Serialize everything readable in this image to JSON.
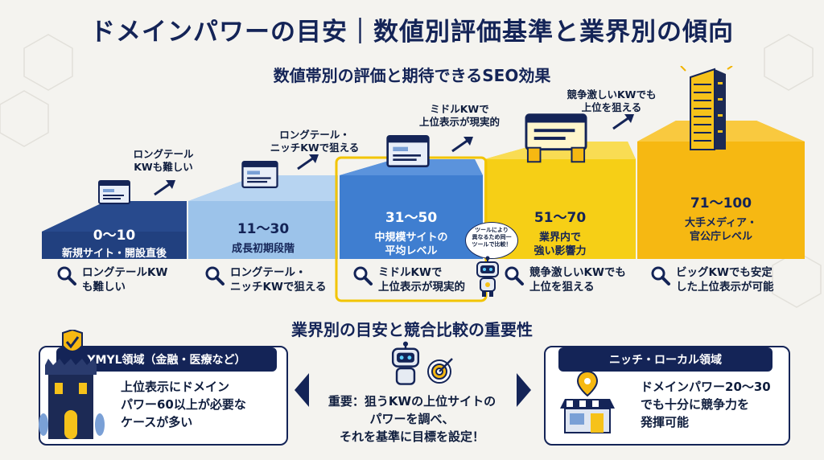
{
  "title": "ドメインパワーの目安｜数値別評価基準と業界別の傾向",
  "subtitle": "数値帯別の評価と期待できるSEO効果",
  "tiers": [
    {
      "range": "0〜10",
      "desc": "新規サイト・開設直後",
      "note": "ロングテール\nKWも難しい",
      "kw": "ロングテールKW\nも難しい"
    },
    {
      "range": "11〜30",
      "desc": "成長初期段階",
      "note": "ロングテール・\nニッチKWで狙える",
      "kw": "ロングテール・\nニッチKWで狙える"
    },
    {
      "range": "31〜50",
      "desc": "中規模サイトの\n平均レベル",
      "note": "ミドルKWで\n上位表示が現実的",
      "kw": "ミドルKWで\n上位表示が現実的"
    },
    {
      "range": "51〜70",
      "desc": "業界内で\n強い影響力",
      "note": "競争激しいKWでも\n上位を狙える",
      "kw": "競争激しいKWでも\n上位を狙える"
    },
    {
      "range": "71〜100",
      "desc": "大手メディア・\n官公庁レベル",
      "kw": "ビッグKWでも安定\nした上位表示が可能"
    }
  ],
  "robot_bubble": "ツールにより\n異なるため同一\nツールで比較！",
  "section2": "業界別の目安と競合比較の重要性",
  "left_card": {
    "header": "YMYL領域（金融・医療など）",
    "body": "上位表示にドメイン\nパワー60以上が必要な\nケースが多い"
  },
  "right_card": {
    "header": "ニッチ・ローカル領域",
    "body": "ドメインパワー20〜30\nでも十分に競争力を\n発揮可能"
  },
  "center_note": "重要：狙うKWの上位サイトの\nパワーを調べ、\nそれを基準に目標を設定！",
  "colors": {
    "navy": "#142457",
    "blue1": "#21407f",
    "blue2": "#9cc3ea",
    "blue3": "#3f7ed0",
    "yellow": "#f6cf16",
    "orange": "#f6b812"
  },
  "icons": [
    "search-icon",
    "trend-arrow-icon",
    "browser-window-icon",
    "robot-icon",
    "target-icon",
    "shield-check-icon",
    "castle-tower-icon",
    "shop-pin-icon",
    "skyscraper-icon"
  ]
}
